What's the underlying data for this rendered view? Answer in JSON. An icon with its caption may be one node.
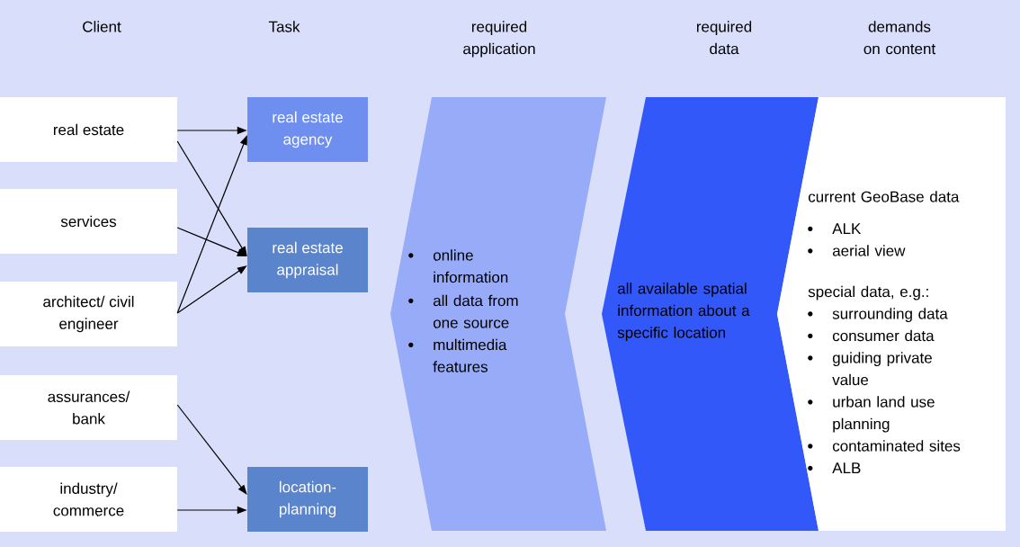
{
  "diagram": {
    "nodes": [
      {
        "text": [
          "real estate"
        ]
      },
      {
        "text": [
          "services"
        ]
      },
      {
        "text": [
          "architect/ civil engineer"
        ]
      },
      {
        "text": [
          "assurances/ bank"
        ]
      },
      {
        "text": [
          "industry/ commerce"
        ]
      },
      {
        "text": [
          "real estate agency"
        ]
      },
      {
        "text": [
          "real estate appraisal"
        ]
      },
      {
        "text": [
          "location-planning"
        ]
      },
      {
        "text": [
          "online information",
          "all data from one source",
          "multimedia features"
        ]
      },
      {
        "text": [
          "all available spatial information about a specific location"
        ]
      },
      {
        "text": [
          "current GeoBase data",
          "ALK",
          "aerial view",
          "special data, e.g.:",
          "surrounding data",
          "consumer data",
          "guiding private value",
          "urban land use planning",
          "contaminated sites",
          "ALB"
        ]
      }
    ],
    "edges": [
      {
        "from": 0,
        "to": 5,
        "arrow": "to"
      },
      {
        "from": 0,
        "to": 6,
        "arrow": "to"
      },
      {
        "from": 1,
        "to": 6,
        "arrow": "to"
      },
      {
        "from": 2,
        "to": 5,
        "arrow": "to"
      },
      {
        "from": 2,
        "to": 6,
        "arrow": "to"
      },
      {
        "from": 3,
        "to": 7,
        "arrow": "to"
      },
      {
        "from": 4,
        "to": 7,
        "arrow": "to"
      }
    ],
    "labels": [
      "Client",
      "Task",
      "required application",
      "required data",
      "demands on content"
    ]
  }
}
